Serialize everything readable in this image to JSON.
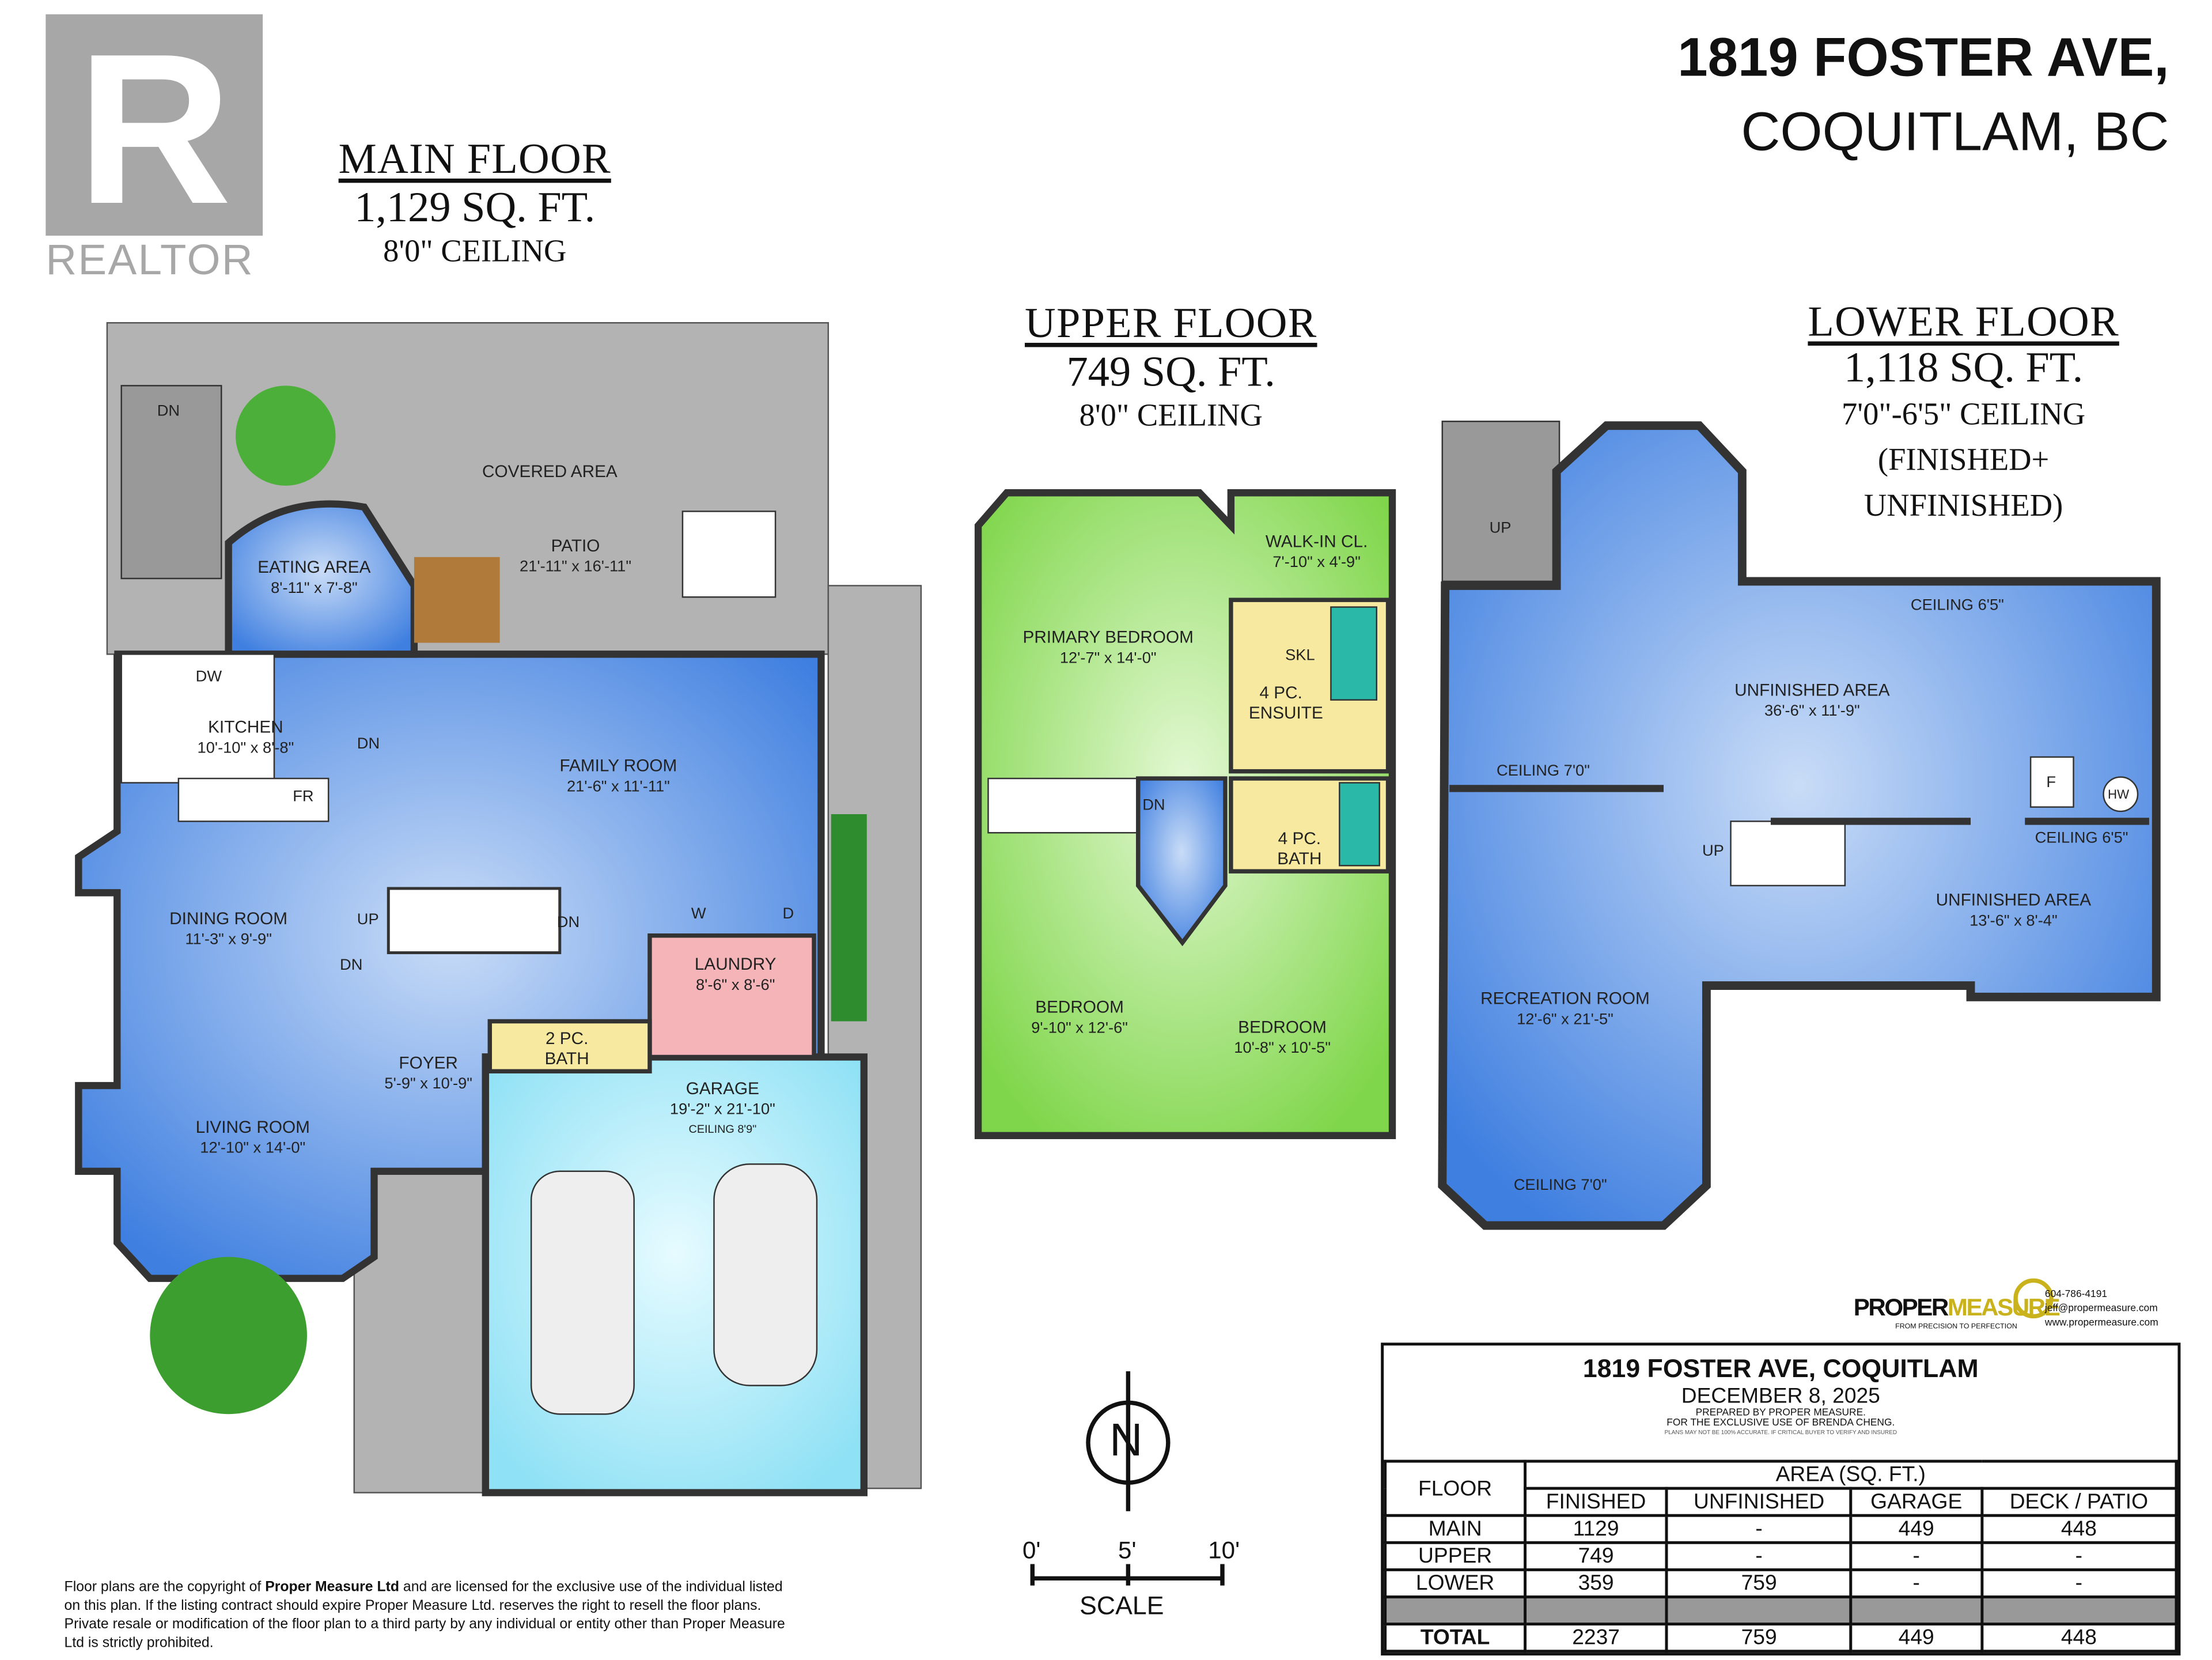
{
  "logo": {
    "brand": "REALTOR",
    "mark": "R",
    "color": "#a7a7a7"
  },
  "address": {
    "line1": "1819 FOSTER AVE,",
    "line2": "COQUITLAM, BC"
  },
  "main_floor": {
    "title": "MAIN FLOOR",
    "area": "1,129 SQ. FT.",
    "ceiling": "8'0\" CEILING",
    "rooms": [
      {
        "name": "EATING AREA",
        "dims": "8'-11\" x 7'-8\""
      },
      {
        "name": "COVERED AREA",
        "dims": ""
      },
      {
        "name": "PATIO",
        "dims": "21'-11\" x 16'-11\""
      },
      {
        "name": "KITCHEN",
        "dims": "10'-10\" x 8'-8\""
      },
      {
        "name": "FAMILY ROOM",
        "dims": "21'-6\" x 11'-11\""
      },
      {
        "name": "DINING ROOM",
        "dims": "11'-3\" x 9'-9\""
      },
      {
        "name": "LAUNDRY",
        "dims": "8'-6\" x 8'-6\""
      },
      {
        "name": "2 PC. BATH",
        "dims": ""
      },
      {
        "name": "FOYER",
        "dims": "5'-9\" x 10'-9\""
      },
      {
        "name": "GARAGE",
        "dims": "19'-2\" x 21'-10\"",
        "note": "CEILING 8'9\""
      },
      {
        "name": "LIVING ROOM",
        "dims": "12'-10\" x 14'-0\""
      }
    ],
    "labels": {
      "dn": "DN",
      "up": "UP",
      "dw": "DW",
      "fr": "FR",
      "w": "W",
      "d": "D"
    }
  },
  "upper_floor": {
    "title": "UPPER FLOOR",
    "area": "749 SQ. FT.",
    "ceiling": "8'0\" CEILING",
    "rooms": [
      {
        "name": "WALK-IN CL.",
        "dims": "7'-10\" x 4'-9\""
      },
      {
        "name": "PRIMARY BEDROOM",
        "dims": "12'-7\" x 14'-0\""
      },
      {
        "name": "4 PC. ENSUITE",
        "dims": ""
      },
      {
        "name": "4 PC. BATH",
        "dims": ""
      },
      {
        "name": "BEDROOM",
        "dims": "9'-10\" x 12'-6\""
      },
      {
        "name": "BEDROOM",
        "dims": "10'-8\" x 10'-5\""
      }
    ],
    "labels": {
      "skl": "SKL",
      "dn": "DN"
    }
  },
  "lower_floor": {
    "title": "LOWER FLOOR",
    "area": "1,118 SQ. FT.",
    "ceiling": "7'0\"-6'5\" CEILING",
    "note1": "(FINISHED+",
    "note2": "UNFINISHED)",
    "rooms": [
      {
        "name": "UNFINISHED AREA",
        "dims": "36'-6\" x 11'-9\""
      },
      {
        "name": "UNFINISHED AREA",
        "dims": "13'-6\" x 8'-4\""
      },
      {
        "name": "RECREATION ROOM",
        "dims": "12'-6\" x 21'-5\""
      }
    ],
    "labels": {
      "up": "UP",
      "ceil1": "CEILING 6'5\"",
      "ceil2": "CEILING 7'0\"",
      "ceil3": "CEILING 6'5\"",
      "ceil4": "CEILING 7'0\"",
      "f": "F",
      "hw": "HW"
    }
  },
  "compass": {
    "letter": "N"
  },
  "scale": {
    "ticks": [
      "0'",
      "5'",
      "10'"
    ],
    "label": "SCALE"
  },
  "company": {
    "name_a": "PROPER",
    "name_b": "MEASURE",
    "tagline": "FROM PRECISION TO PERFECTION",
    "phone": "604-786-4191",
    "email": "jeff@propermeasure.com",
    "web": "www.propermeasure.com",
    "accent": "#c9b21c"
  },
  "summary": {
    "title": "1819 FOSTER AVE, COQUITLAM",
    "date": "DECEMBER 8, 2025",
    "prepared": "PREPARED BY PROPER MEASURE.",
    "exclusive": "FOR THE EXCLUSIVE USE OF BRENDA CHENG.",
    "fine": "PLANS MAY NOT BE 100% ACCURATE. IF CRITICAL BUYER TO VERIFY AND INSURED",
    "floor_header": "FLOOR",
    "area_header": "AREA (SQ. FT.)",
    "columns": [
      "FINISHED",
      "UNFINISHED",
      "GARAGE",
      "DECK / PATIO"
    ],
    "rows": [
      {
        "floor": "MAIN",
        "values": [
          "1129",
          "-",
          "449",
          "448"
        ]
      },
      {
        "floor": "UPPER",
        "values": [
          "749",
          "-",
          "-",
          "-"
        ]
      },
      {
        "floor": "LOWER",
        "values": [
          "359",
          "759",
          "-",
          "-"
        ]
      }
    ],
    "total": {
      "floor": "TOTAL",
      "values": [
        "2237",
        "759",
        "449",
        "448"
      ]
    }
  },
  "disclaimer": {
    "pre": "Floor plans are the copyright of ",
    "bold": "Proper Measure Ltd",
    "post": " and are licensed for the exclusive use of the individual listed on this plan.  If the listing contract should expire Proper Measure Ltd. reserves the right to resell the floor plans.  Private resale or modification of the floor plan to a third party by any individual or entity other than Proper Measure Ltd is strictly prohibited."
  }
}
